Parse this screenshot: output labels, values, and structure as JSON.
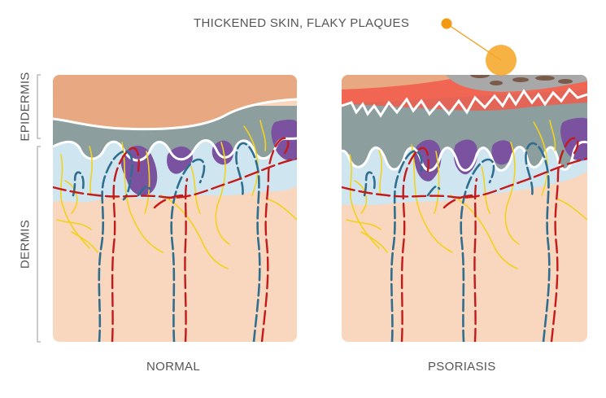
{
  "labels": {
    "callout": "THICKENED SKIN, FLAKY PLAQUES",
    "epidermis": "EPIDERMIS",
    "dermis": "DERMIS",
    "normal": "NORMAL",
    "psoriasis": "PSORIASIS"
  },
  "colors": {
    "epidermis_surface": "#E8A882",
    "dermis": "#F9D6BE",
    "basal_layer": "#8C9E9E",
    "melanocyte": "#7A52A0",
    "papillary": "#CFE6F1",
    "vein": "#2F6E8E",
    "artery": "#C41A1A",
    "nerve": "#F2D21C",
    "plaque": "#A8A8A8",
    "plaque_spots": "#7A5A48",
    "inflammation": "#F15A4A",
    "callout_dot": "#F39A12",
    "label_text": "#555555",
    "bracket": "#BBBBBB"
  }
}
